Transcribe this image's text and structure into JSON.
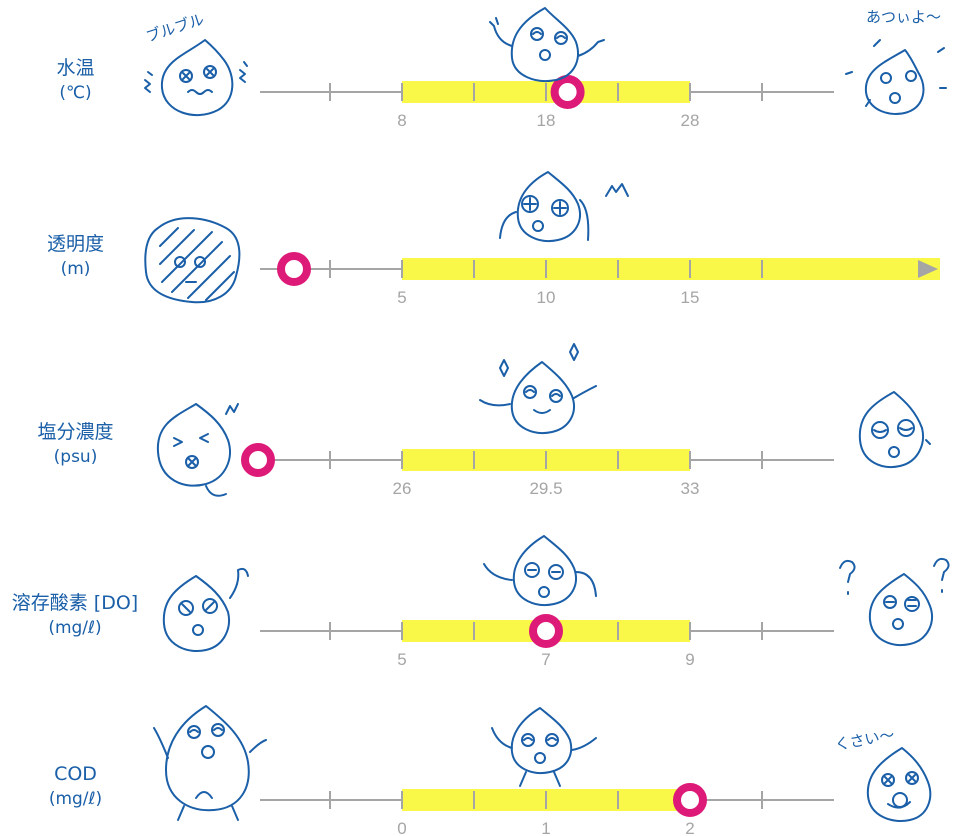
{
  "colors": {
    "label": "#1a5fa8",
    "axis": "#a5a5a5",
    "band": "#f9f748",
    "marker": "#de1a78",
    "doodle": "#1a5fa8"
  },
  "rows": [
    {
      "id": "water-temp",
      "label1": "水温",
      "label2": "(℃)",
      "ticks": [
        "8",
        "18",
        "28"
      ],
      "band_end_arrow": false,
      "marker_step": 2.3,
      "right_note": "あつぃよ～",
      "left_note": "ブルブル",
      "right_top_note": ""
    },
    {
      "id": "transparency",
      "label1": "透明度",
      "label2": "(m)",
      "ticks": [
        "5",
        "10",
        "15"
      ],
      "band_end_arrow": true,
      "marker_step": -1.5,
      "right_note": "",
      "left_note": "",
      "right_top_note": ""
    },
    {
      "id": "salinity",
      "label1": "塩分濃度",
      "label2": "(psu)",
      "ticks": [
        "26",
        "29.5",
        "33"
      ],
      "band_end_arrow": false,
      "marker_step": -2,
      "right_note": "",
      "left_note": "",
      "right_top_note": ""
    },
    {
      "id": "dissolved-oxygen",
      "label1": "溶存酸素 [DO]",
      "label2": "(mg/ℓ)",
      "ticks": [
        "5",
        "7",
        "9"
      ],
      "band_end_arrow": false,
      "marker_step": 2,
      "right_note": "",
      "left_note": "",
      "right_top_note": ""
    },
    {
      "id": "cod",
      "label1": "COD",
      "label2": "(mg/ℓ)",
      "ticks": [
        "0",
        "1",
        "2"
      ],
      "band_end_arrow": false,
      "marker_step": 4,
      "right_note": "くさい～",
      "left_note": "",
      "right_top_note": ""
    }
  ]
}
